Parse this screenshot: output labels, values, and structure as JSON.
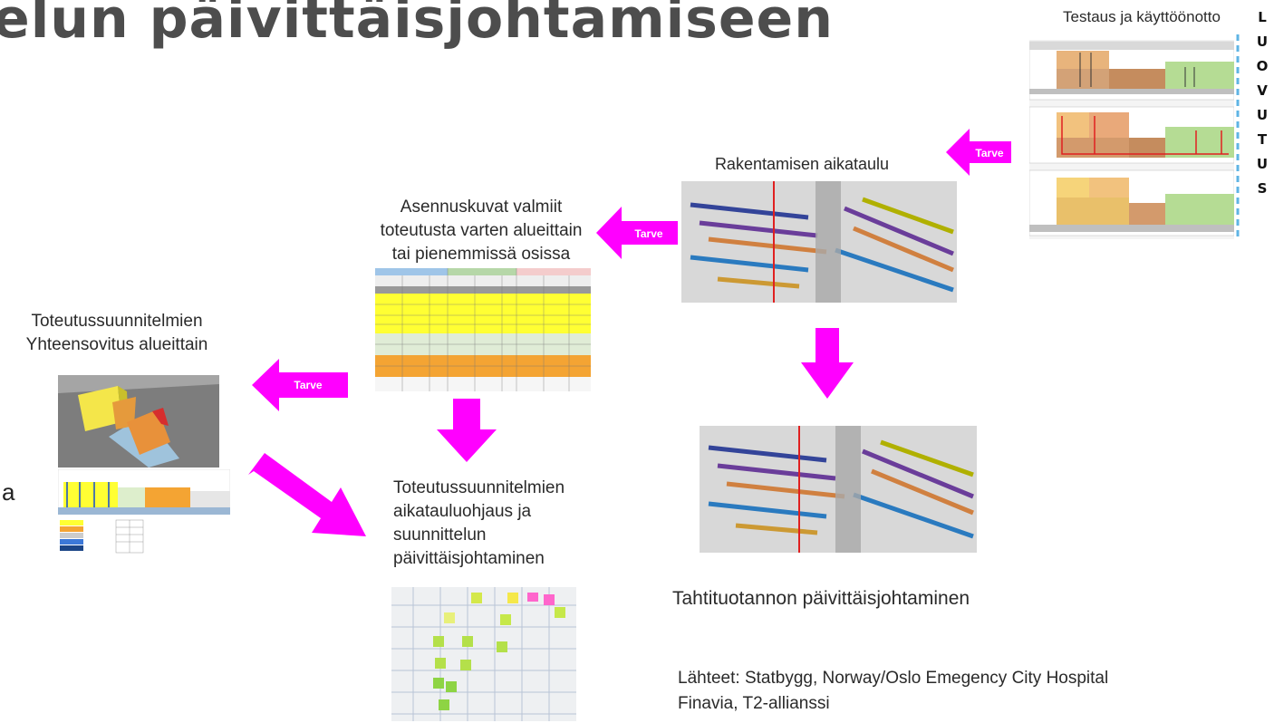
{
  "title": "elun päivittäisjohtamiseen",
  "stray_letter": "a",
  "captions": {
    "testaus": "Testaus ja käyttöönotto",
    "rakentamisen": "Rakentamisen aikataulu",
    "asennus_l1": "Asennuskuvat valmiit",
    "asennus_l2": "toteutusta varten alueittain",
    "asennus_l3": "tai pienemmissä osissa",
    "yhteensovitus_l1": "Toteutussuunnitelmien",
    "yhteensovitus_l2": "Yhteensovitus  alueittain",
    "ohjaus_l1": "Toteutussuunnitelmien",
    "ohjaus_l2": "aikatauluohjaus ja",
    "ohjaus_l3": "suunnittelun",
    "ohjaus_l4": "päivittäisjohtaminen",
    "tahti": "Tahtituotannon päivittäisjohtaminen",
    "sources_l1": "Lähteet: Statbygg, Norway/Oslo Emegency City Hospital",
    "sources_l2": "Finavia, T2-allianssi"
  },
  "luovutus_letters": [
    "L",
    "U",
    "O",
    "V",
    "U",
    "T",
    "U",
    "S"
  ],
  "arrow_label": "Tarve",
  "colors": {
    "magenta": "#ff00ff",
    "title_gray": "#4d4d4d",
    "yellow": "#ffff33",
    "orange": "#f4a433",
    "green": "#a8d88a",
    "brown": "#c98a5a"
  }
}
